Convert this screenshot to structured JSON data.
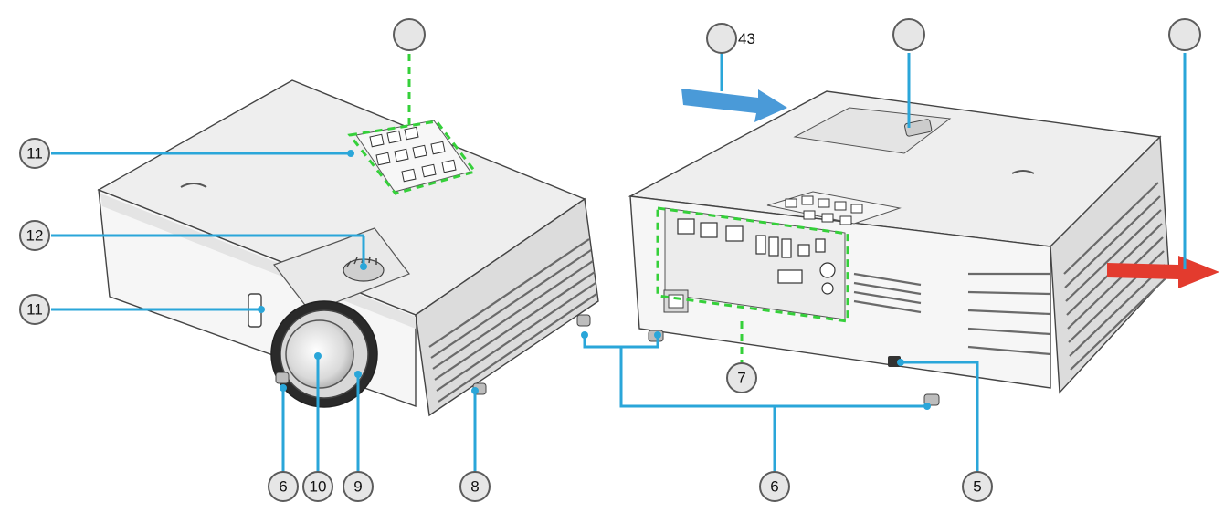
{
  "callouts": {
    "c11_top": "11",
    "c12": "12",
    "c11_front": "11",
    "c6_left": "6",
    "c10": "10",
    "c9": "9",
    "c8": "8",
    "c7": "7",
    "c6_bottom": "6",
    "c5": "5",
    "top_left_circle": "",
    "top_mid_circle": "",
    "top_right_circle": "",
    "top_air_in_circle": "",
    "stray_text": "43"
  },
  "colors": {
    "leader": "#2aa6d9",
    "highlight": "#35d03a",
    "air_in_arrow": "#4a9ad8",
    "air_out_arrow": "#e33b2e"
  }
}
